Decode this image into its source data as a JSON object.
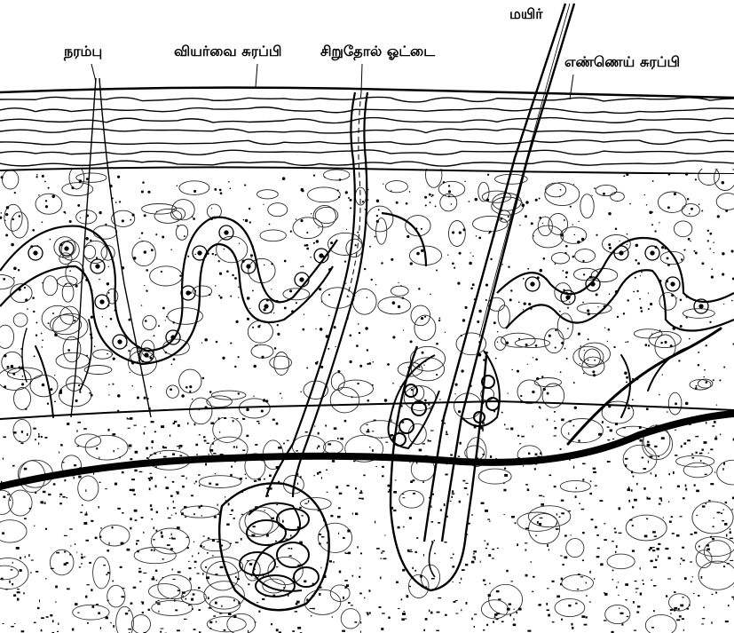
{
  "labels": {
    "nerve": "நரம்பு",
    "sweat_gland": "வியர்வை சுரப்பி",
    "skin_pore": "சிறுதோல் ஓட்டை",
    "hair": "மயிர்",
    "oil_gland": "எண்ணெய் சுரப்பி"
  },
  "colors": {
    "ink": "#000000",
    "paper": "#ffffff"
  }
}
